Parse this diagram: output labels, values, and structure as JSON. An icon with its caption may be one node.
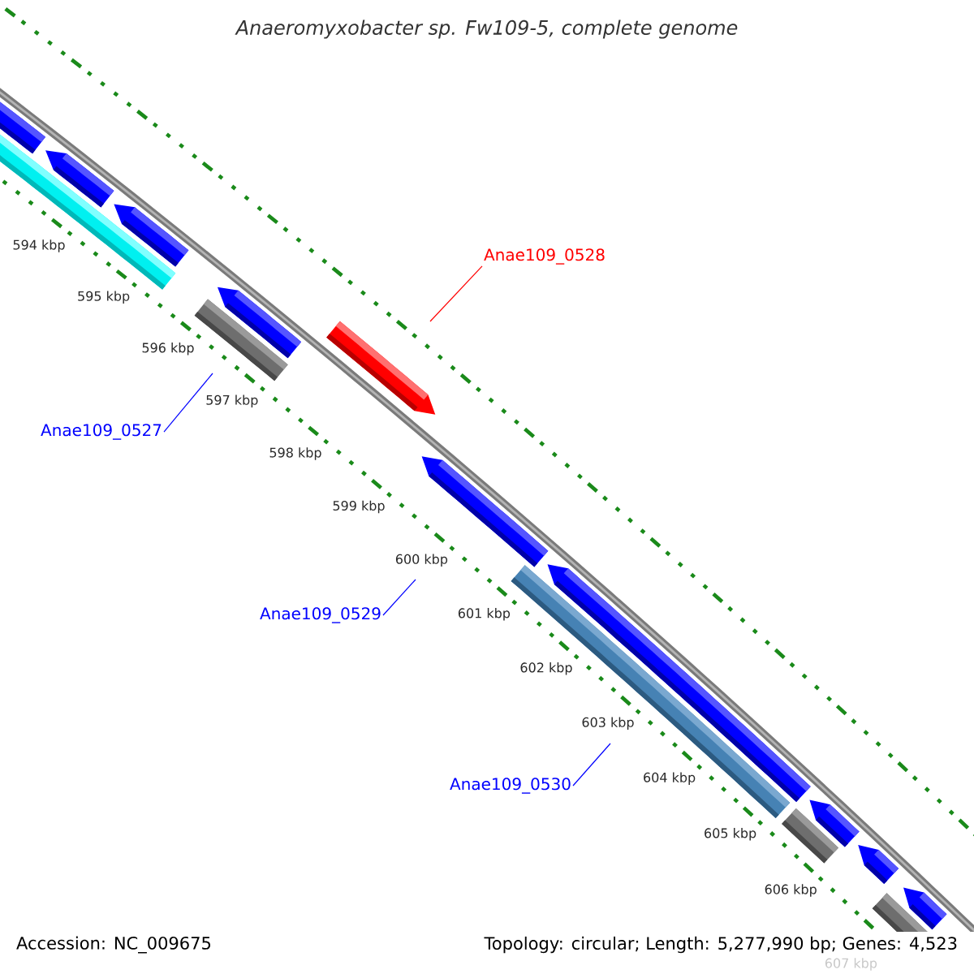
{
  "diagram": {
    "title": "Anaeromyxobacter sp. Fw109-5, complete genome",
    "nodes": [
      {
        "text": [
          "Anae109_0528"
        ]
      },
      {
        "text": [
          "Anae109_0527"
        ]
      },
      {
        "text": [
          "Anae109_0529"
        ]
      },
      {
        "text": [
          "Anae109_0530"
        ]
      }
    ],
    "edges": [
      {
        "from": 0,
        "to": null,
        "arrow": "none",
        "color": "#ff0000"
      },
      {
        "from": 1,
        "to": null,
        "arrow": "none"
      },
      {
        "from": 2,
        "to": null,
        "arrow": "none"
      },
      {
        "from": 3,
        "to": null,
        "arrow": "none"
      }
    ],
    "labels": [
      "594 kbp",
      "595 kbp",
      "596 kbp",
      "597 kbp",
      "598 kbp",
      "599 kbp",
      "600 kbp",
      "601 kbp",
      "602 kbp",
      "603 kbp",
      "604 kbp",
      "605 kbp",
      "606 kbp",
      "607 kbp",
      "Accession: NC_009675",
      "Topology: circular; Length: 5,277,990 bp; Genes: 4,523"
    ]
  }
}
